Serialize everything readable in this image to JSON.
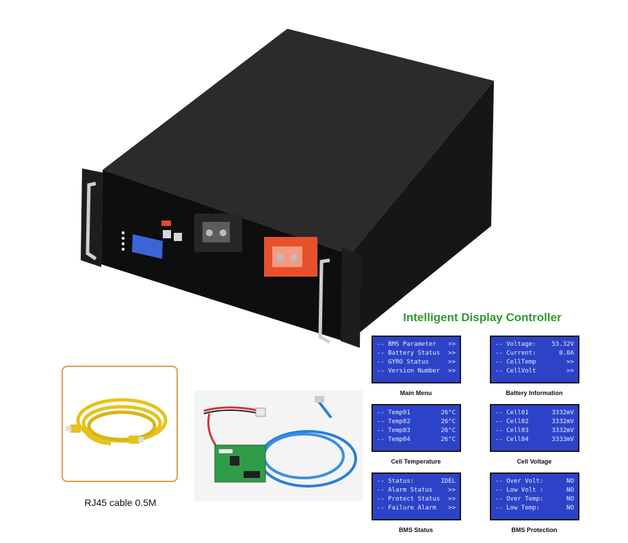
{
  "panel_title": "Intelligent Display Controller",
  "screens": [
    {
      "caption": "Main Menu",
      "rows": [
        {
          "label": "-- BMS Parameter",
          "value": ">>"
        },
        {
          "label": "-- Battery Status",
          "value": ">>"
        },
        {
          "label": "-- GYRO Status",
          "value": ">>"
        },
        {
          "label": "-- Version Number",
          "value": ">>"
        }
      ]
    },
    {
      "caption": "Battery Information",
      "rows": [
        {
          "label": "-- Voltage:",
          "value": "53.32V"
        },
        {
          "label": "-- Current:",
          "value": "0.0A"
        },
        {
          "label": "-- CellTemp",
          "value": ">>"
        },
        {
          "label": "-- CellVolt",
          "value": ">>"
        }
      ]
    },
    {
      "caption": "Cell Temperature",
      "rows": [
        {
          "label": "-- Temp01",
          "value": "26°C"
        },
        {
          "label": "-- Temp02",
          "value": "26°C"
        },
        {
          "label": "-- Temp03",
          "value": "26°C"
        },
        {
          "label": "-- Temp04",
          "value": "26°C"
        }
      ]
    },
    {
      "caption": "Cell Voltage",
      "rows": [
        {
          "label": "-- Cell01",
          "value": "3332mV"
        },
        {
          "label": "-- Cell02",
          "value": "3332mV"
        },
        {
          "label": "-- Cell03",
          "value": "3332mV"
        },
        {
          "label": "-- Cell04",
          "value": "3333mV"
        }
      ]
    },
    {
      "caption": "BMS Status",
      "rows": [
        {
          "label": "-- Status:",
          "value": "IDEL"
        },
        {
          "label": "-- Alarm Status",
          "value": ">>"
        },
        {
          "label": "-- Protect Status",
          "value": ">>"
        },
        {
          "label": "-- Failure Alarm",
          "value": ">>"
        }
      ]
    },
    {
      "caption": "BMS Protection",
      "rows": [
        {
          "label": "-- Over Volt:",
          "value": "NO"
        },
        {
          "label": "-- Low Volt :",
          "value": "NO"
        },
        {
          "label": "-- Over Temp:",
          "value": "NO"
        },
        {
          "label": "-- Low Temp:",
          "value": "NO"
        }
      ]
    }
  ],
  "accessory_cable_label": "RJ45 cable 0.5M",
  "colors": {
    "lcd_background": "#2d43c7",
    "title_green": "#2e9a2e",
    "frame_orange": "#e39a52",
    "terminal_red": "#e8502a",
    "cable_yellow": "#e6c21c"
  },
  "icons": [
    "battery-rack-unit",
    "rj45-cable-icon",
    "usb-cable-icon",
    "circuit-board-icon"
  ]
}
